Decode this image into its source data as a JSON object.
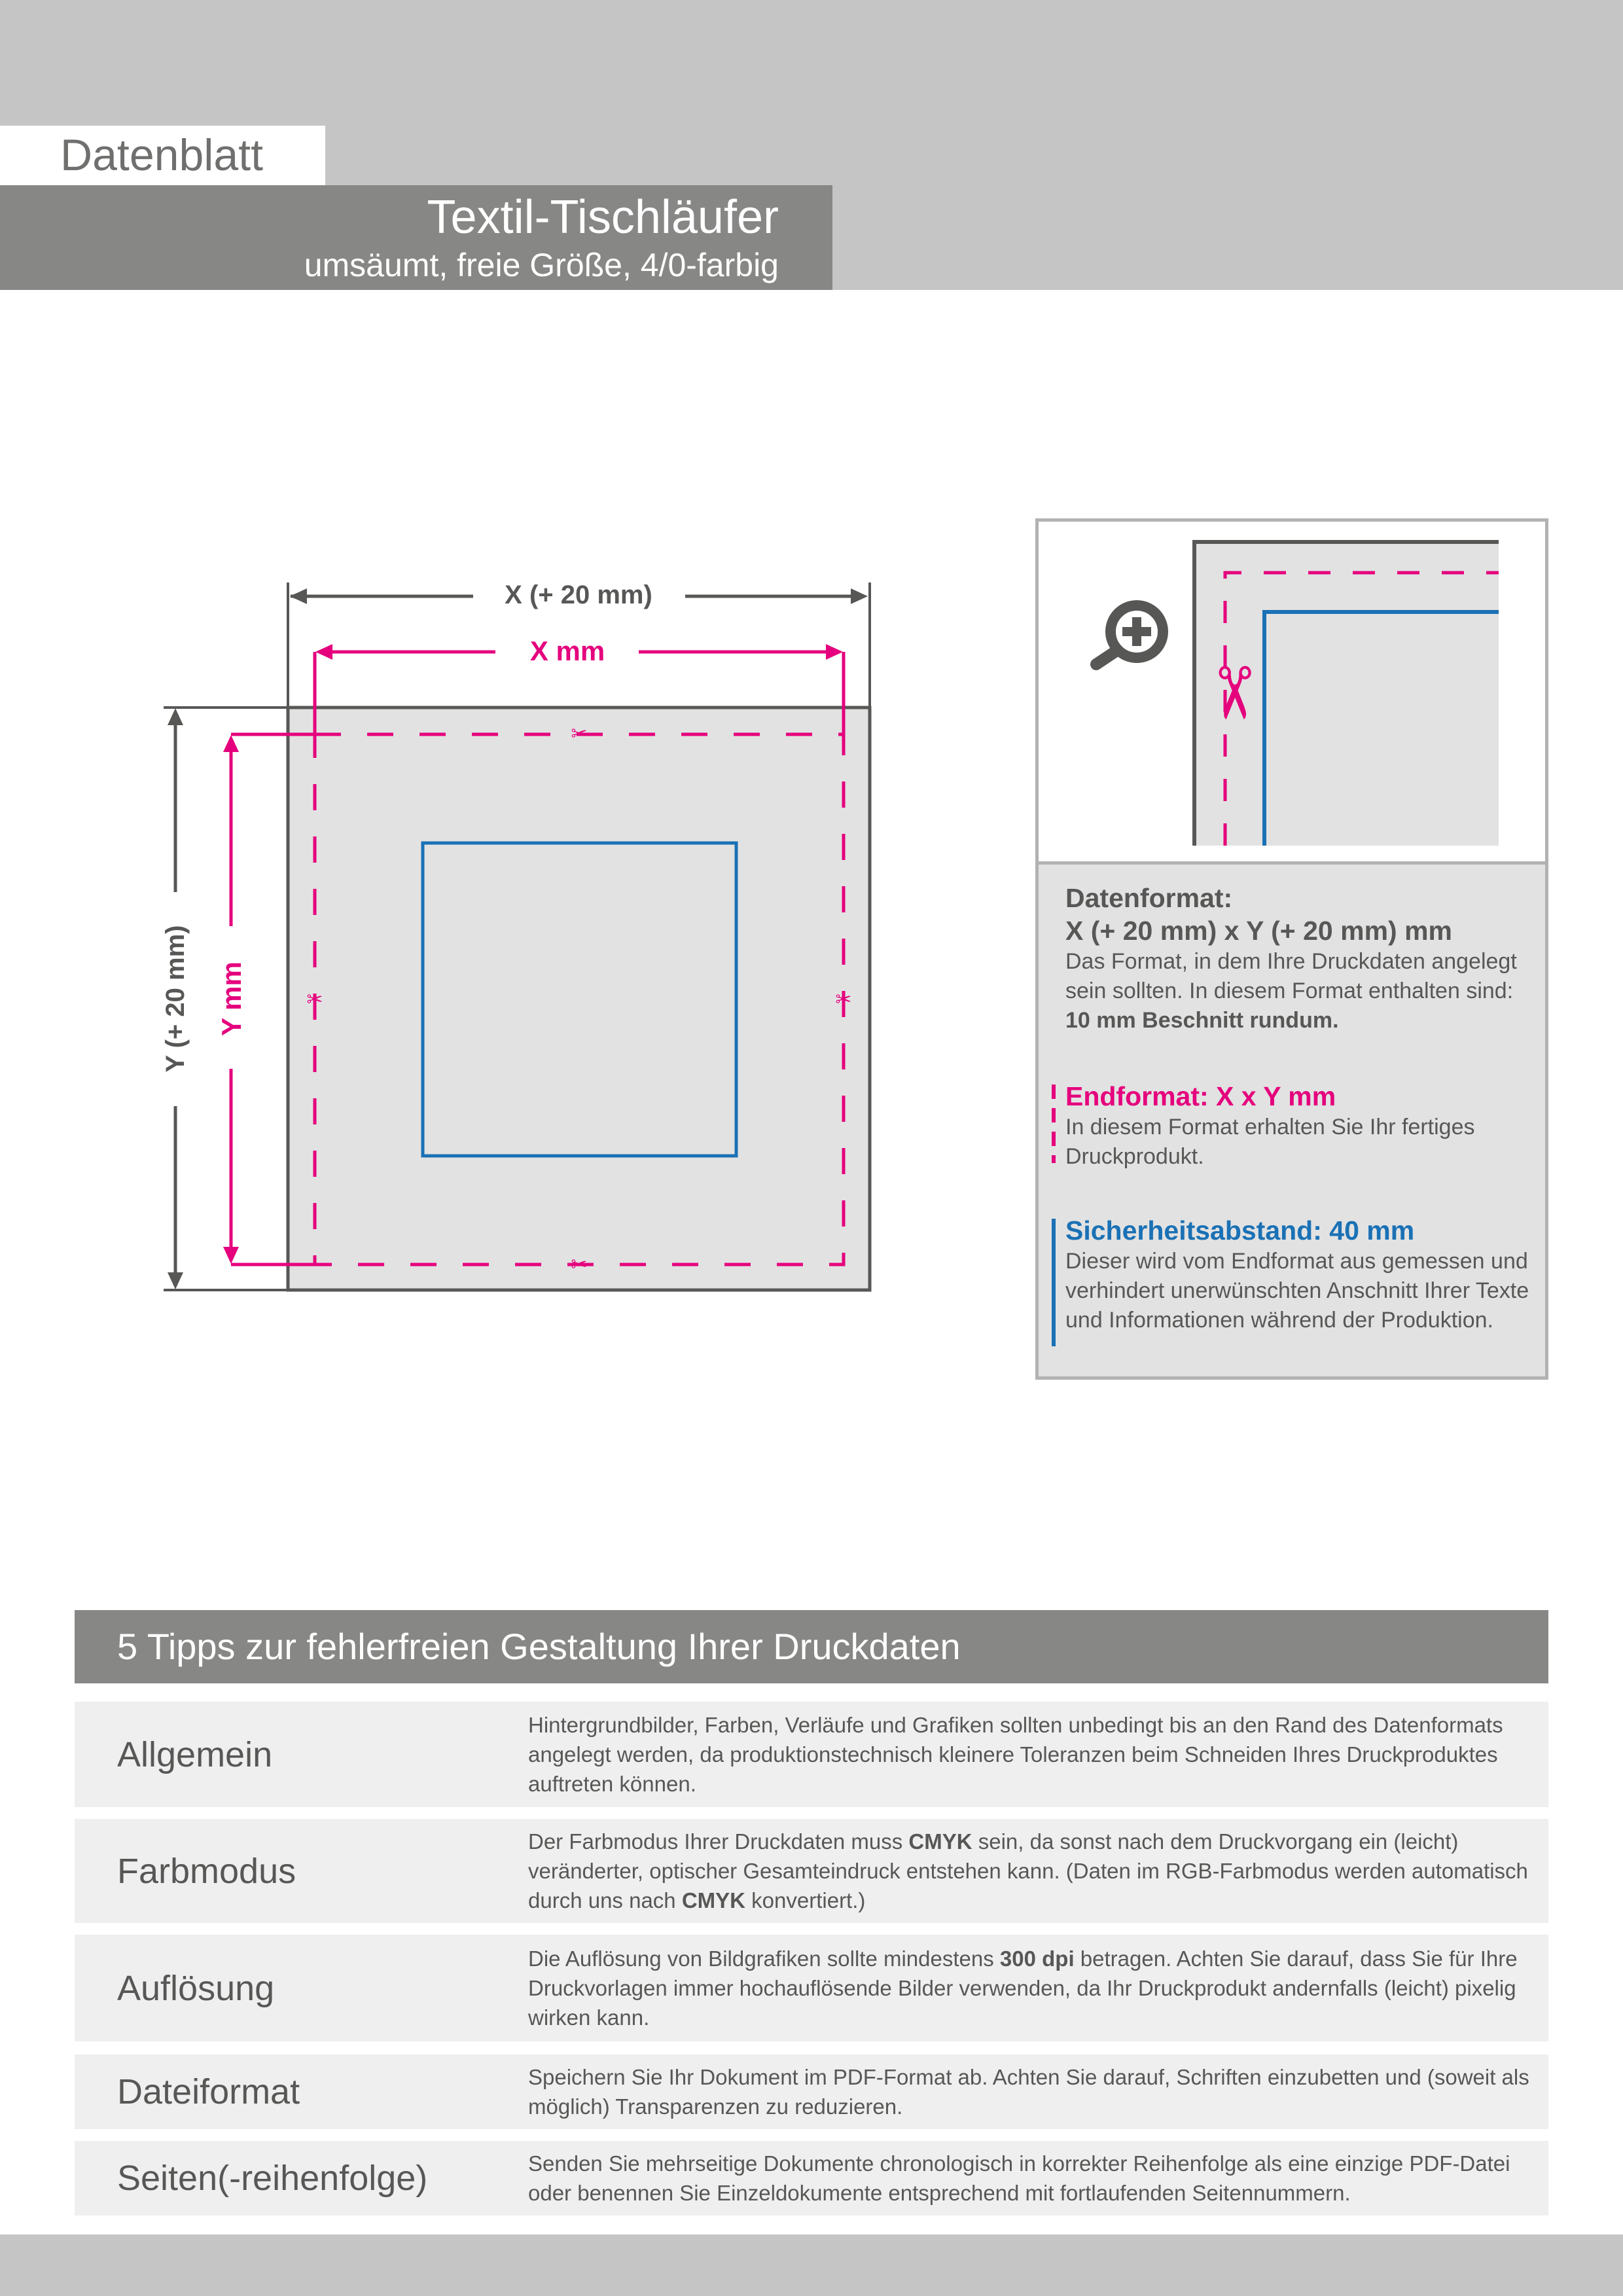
{
  "header": {
    "badge": "Datenblatt",
    "title": "Textil-Tischläufer",
    "subtitle": "umsäumt, freie Größe, 4/0-farbig"
  },
  "diagram": {
    "outer_width_label": "X (+ 20 mm)",
    "final_width_label": "X  mm",
    "outer_height_label": "Y (+ 20 mm)",
    "final_height_label": "Y  mm"
  },
  "colors": {
    "dark": "#575756",
    "magenta": "#e5007d",
    "blue": "#1a71b5",
    "bleed_fill": "#e2e2e2"
  },
  "info": {
    "datenformat": {
      "title": "Datenformat:",
      "value": "X (+ 20 mm) x Y (+ 20 mm) mm",
      "text": "Das Format, in dem Ihre Druckdaten angelegt sein sollten. In diesem Format enthalten sind: ",
      "bold": "10 mm Beschnitt rundum."
    },
    "endformat": {
      "title": "Endformat: X x Y mm",
      "text": "In diesem Format erhalten Sie Ihr fertiges Druckprodukt."
    },
    "sicherheit": {
      "title": "Sicherheitsabstand: 40 mm",
      "text": "Dieser wird vom Endformat aus gemessen und verhindert unerwünschten Anschnitt Ihrer Texte und Informationen während der Produktion."
    }
  },
  "tips": {
    "heading": "5 Tipps zur fehlerfreien Gestaltung Ihrer Druckdaten",
    "rows": [
      {
        "label": "Allgemein",
        "parts": [
          "Hintergrundbilder, Farben, Verläufe und Grafiken sollten unbedingt bis an den Rand des Datenformats angelegt werden, da produktionstechnisch kleinere Toleranzen beim Schneiden Ihres Druckproduktes auftreten können."
        ]
      },
      {
        "label": "Farbmodus",
        "parts": [
          "Der Farbmodus Ihrer Druckdaten muss ",
          "CMYK",
          " sein, da sonst nach dem Druckvorgang ein (leicht) veränderter, optischer Gesamteindruck entstehen kann. (Daten im RGB-Farbmodus werden automatisch durch uns nach ",
          "CMYK",
          " konvertiert.)"
        ]
      },
      {
        "label": "Auflösung",
        "parts": [
          "Die Auflösung von Bildgrafiken sollte mindestens ",
          "300 dpi",
          " betragen. Achten Sie darauf, dass Sie für Ihre Druckvorlagen immer hochauflösende Bilder verwenden, da Ihr Druckprodukt andernfalls (leicht) pixelig wirken kann."
        ]
      },
      {
        "label": "Dateiformat",
        "parts": [
          "Speichern Sie Ihr Dokument im PDF-Format ab. Achten Sie darauf, Schriften einzubetten und (soweit als möglich) Transparenzen zu reduzieren."
        ]
      },
      {
        "label": "Seiten(-reihenfolge)",
        "parts": [
          "Senden Sie mehrseitige Dokumente chronologisch in korrekter Reihenfolge als eine einzige PDF-Datei oder benennen Sie Einzeldokumente entsprechend mit fortlaufenden Seitennummern."
        ]
      }
    ]
  }
}
